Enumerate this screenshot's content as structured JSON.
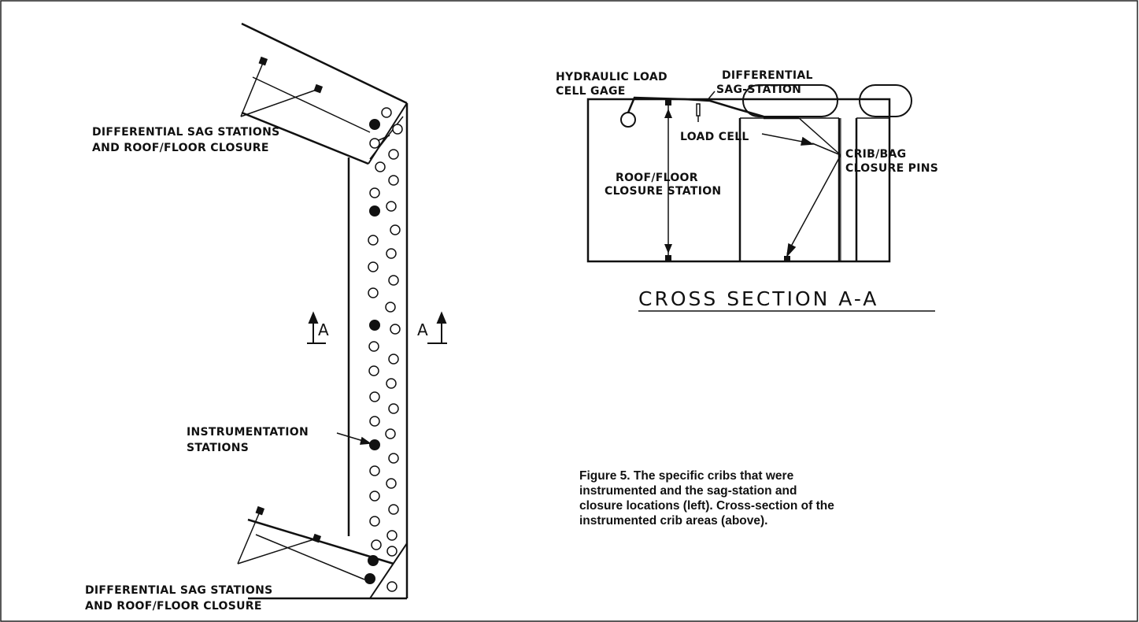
{
  "labels": {
    "sag_top_line1": "DIFFERENTIAL SAG STATIONS",
    "sag_top_line2": "AND ROOF/FLOOR CLOSURE",
    "sag_bottom_line1": "DIFFERENTIAL SAG STATIONS",
    "sag_bottom_line2": "AND ROOF/FLOOR CLOSURE",
    "instr_line1": "INSTRUMENTATION",
    "instr_line2": "STATIONS",
    "section_left": "A",
    "section_right": "A",
    "hydraulic_line1": "HYDRAULIC LOAD",
    "hydraulic_line2": "CELL GAGE",
    "diff_line1": "DIFFERENTIAL",
    "diff_line2": "SAG-STATION",
    "load_cell": "LOAD CELL",
    "crib_line1": "CRIB/BAG",
    "crib_line2": "CLOSURE PINS",
    "roof_line1": "ROOF/FLOOR",
    "roof_line2": "CLOSURE STATION",
    "cross_section_title": "CROSS SECTION A-A"
  },
  "caption": {
    "line1": "Figure 5. The specific cribs that were",
    "line2": "instrumented and the sag-station and",
    "line3": "closure locations (left). Cross-section of the",
    "line4": "instrumented crib areas (above)."
  }
}
